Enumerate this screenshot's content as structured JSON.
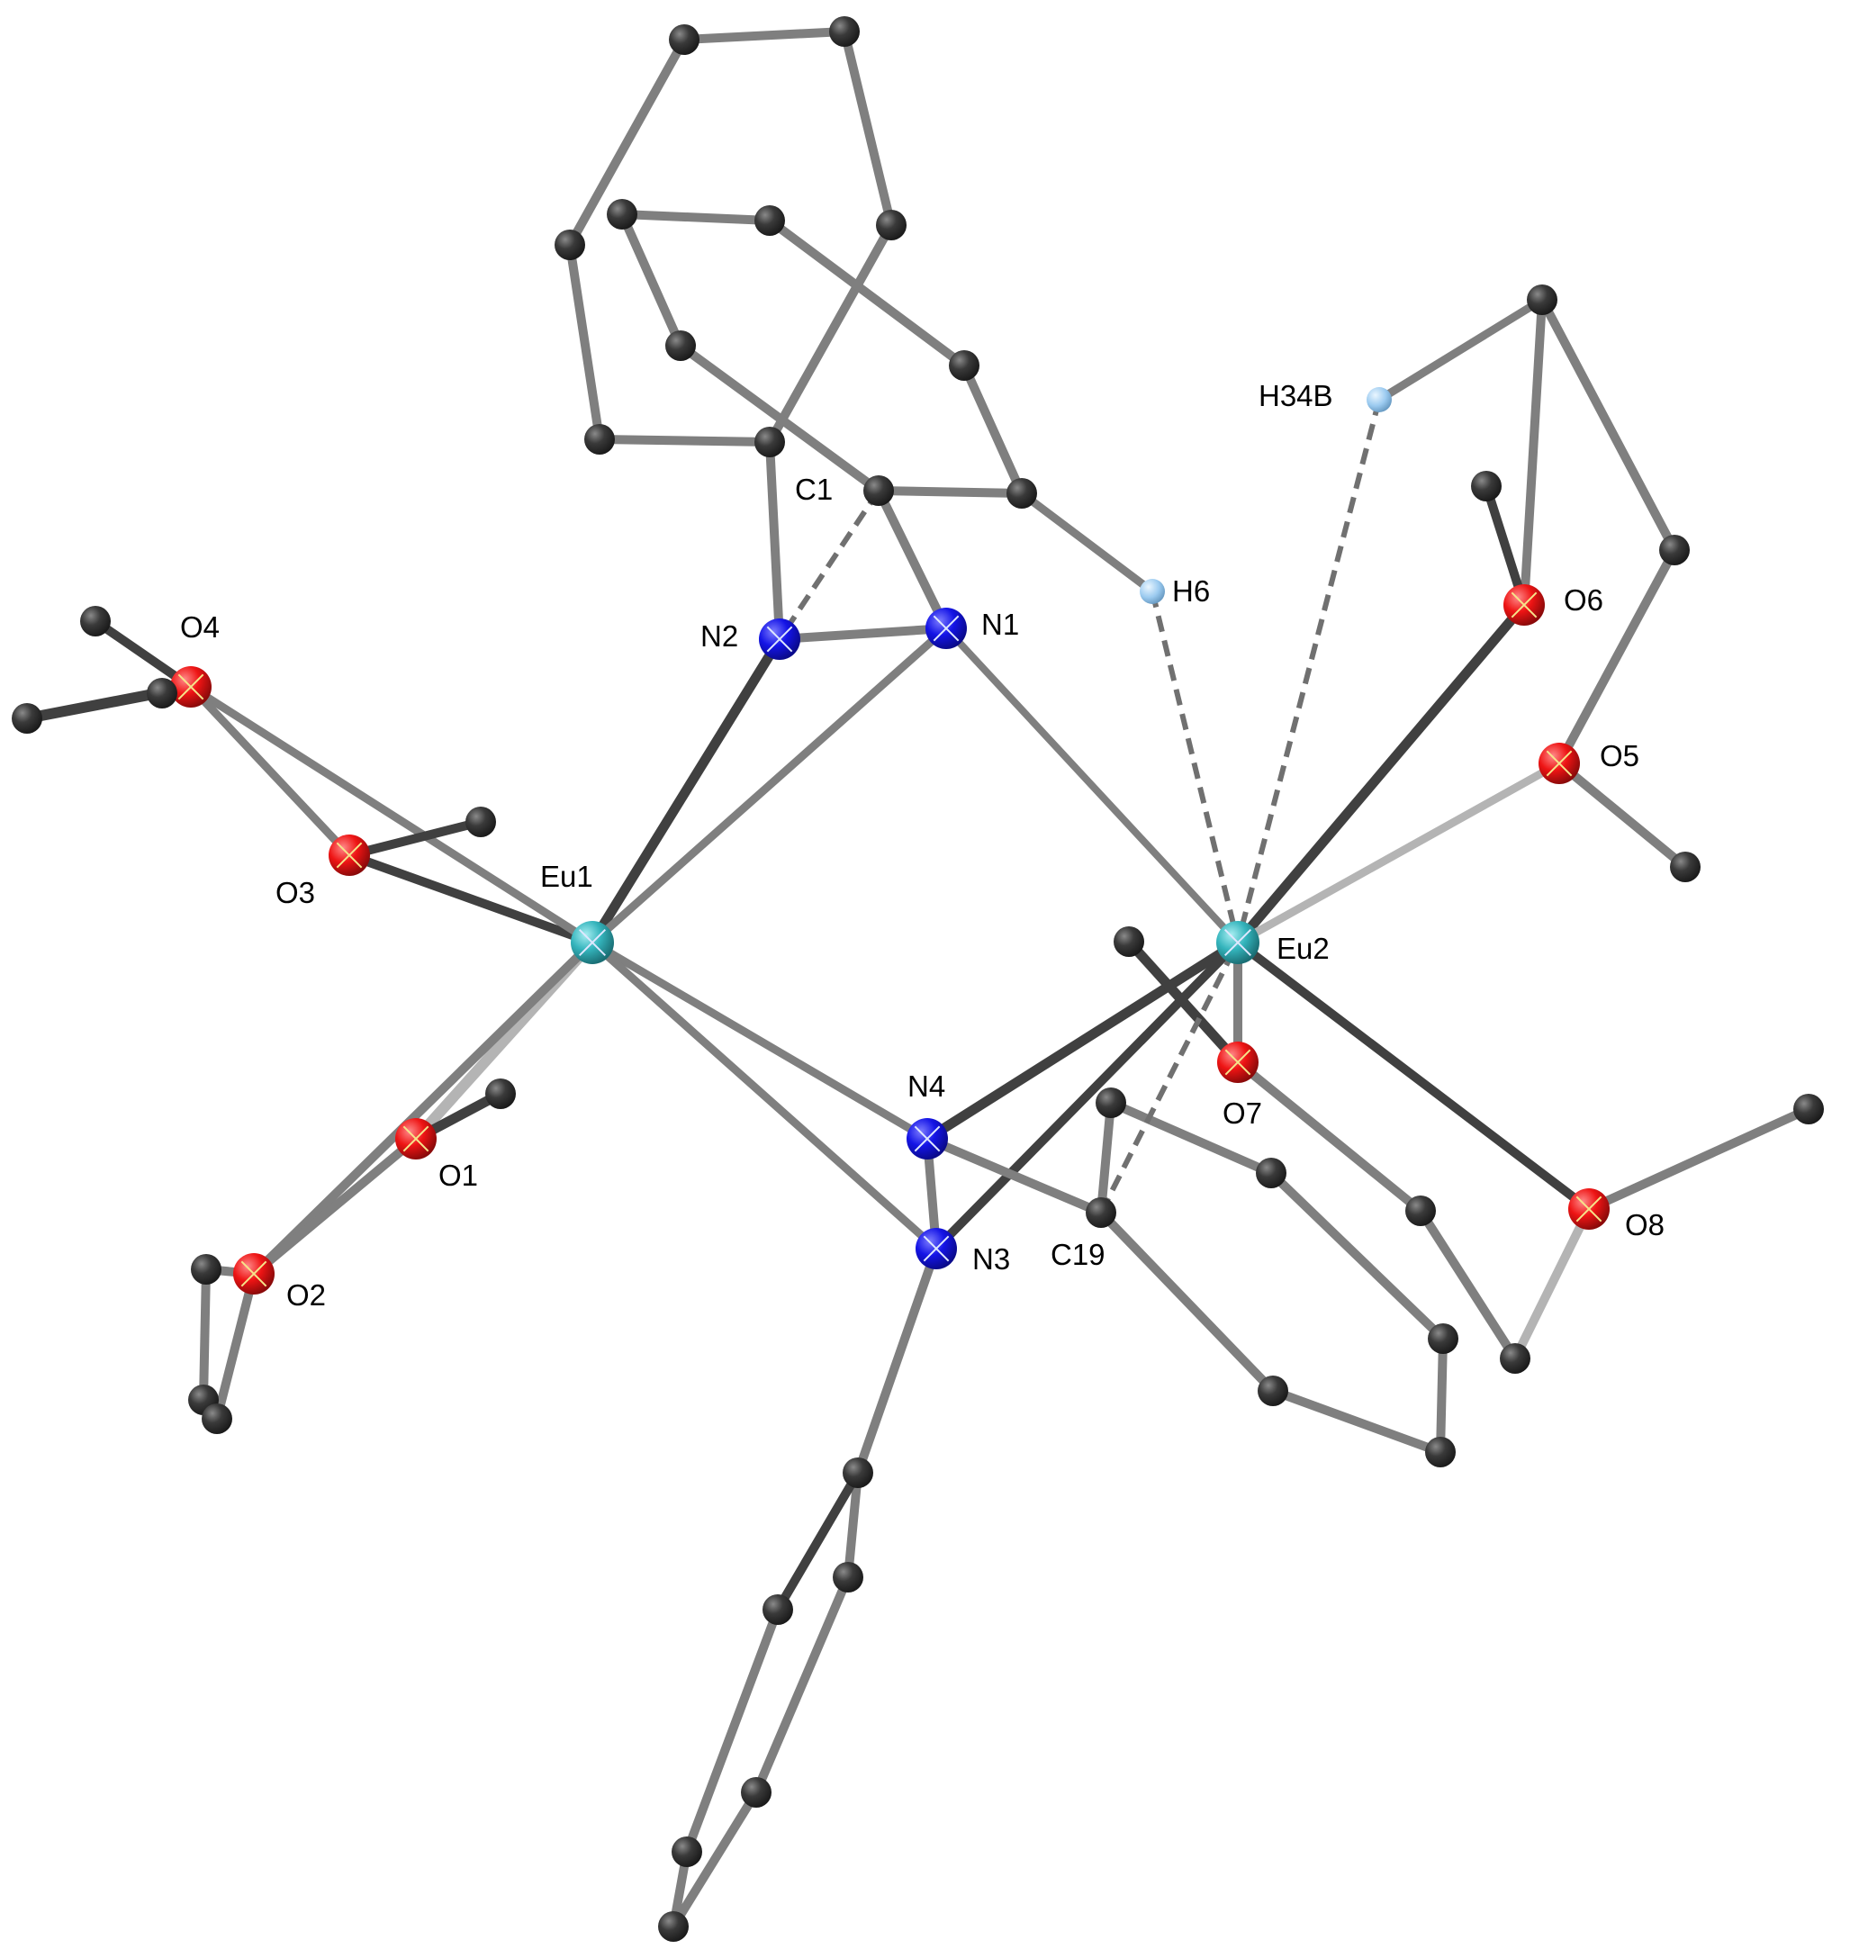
{
  "colors": {
    "background": "#ffffff",
    "bond_carbon": "#7f7f7f",
    "bond_dark": "#404040",
    "bond_light": "#b4b4b4",
    "contact_dashed": "#707070",
    "atom_C": "#2d2d2d",
    "atom_N": "#1a1aee",
    "atom_O": "#ee1c1c",
    "atom_Eu": "#3ab8bf",
    "atom_H": "#9fcdf0"
  },
  "atom_labels": {
    "Eu1": "Eu1",
    "Eu2": "Eu2",
    "N1": "N1",
    "N2": "N2",
    "N3": "N3",
    "N4": "N4",
    "O1": "O1",
    "O2": "O2",
    "O3": "O3",
    "O4": "O4",
    "O5": "O5",
    "O6": "O6",
    "O7": "O7",
    "O8": "O8",
    "C1": "C1",
    "C19": "C19",
    "H6": "H6",
    "H34B": "H34B"
  }
}
